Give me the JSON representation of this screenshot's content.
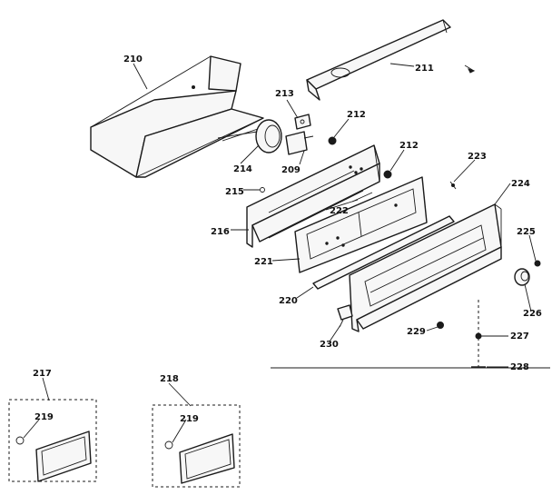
{
  "callouts": {
    "p209": "209",
    "p210": "210",
    "p211": "211",
    "p212a": "212",
    "p212b": "212",
    "p213": "213",
    "p214": "214",
    "p215": "215",
    "p216": "216",
    "p217": "217",
    "p218": "218",
    "p219a": "219",
    "p219b": "219",
    "p220": "220",
    "p221": "221",
    "p222": "222",
    "p223": "223",
    "p224": "224",
    "p225": "225",
    "p226": "226",
    "p227": "227",
    "p228": "228",
    "p229": "229",
    "p230": "230"
  }
}
